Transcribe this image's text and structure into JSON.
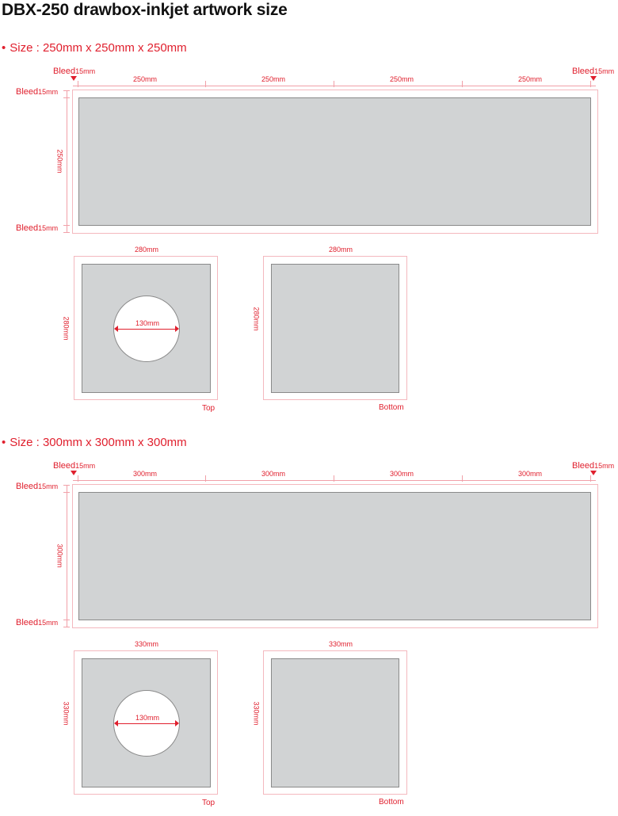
{
  "title": "DBX-250 drawbox-inkjet artwork size",
  "bullet": "•",
  "sections": [
    {
      "heading": "Size : 250mm x 250mm x 250mm",
      "bleed_word": "Bleed",
      "bleed_value": "15mm",
      "side_widths": [
        "250mm",
        "250mm",
        "250mm",
        "250mm"
      ],
      "side_height": "250mm",
      "top_width": "280mm",
      "top_height": "280mm",
      "bottom_width": "280mm",
      "bottom_height": "280mm",
      "hole_diameter": "130mm",
      "top_caption": "Top",
      "bottom_caption": "Bottom"
    },
    {
      "heading": "Size : 300mm x 300mm x 300mm",
      "bleed_word": "Bleed",
      "bleed_value": "15mm",
      "side_widths": [
        "300mm",
        "300mm",
        "300mm",
        "300mm"
      ],
      "side_height": "300mm",
      "top_width": "330mm",
      "top_height": "330mm",
      "bottom_width": "330mm",
      "bottom_height": "330mm",
      "hole_diameter": "130mm",
      "top_caption": "Top",
      "bottom_caption": "Bottom"
    }
  ],
  "colors": {
    "accent": "#e0202e",
    "guide": "#f1a0a8",
    "panel": "#d1d3d4",
    "panel_border": "#8a8a8a"
  }
}
